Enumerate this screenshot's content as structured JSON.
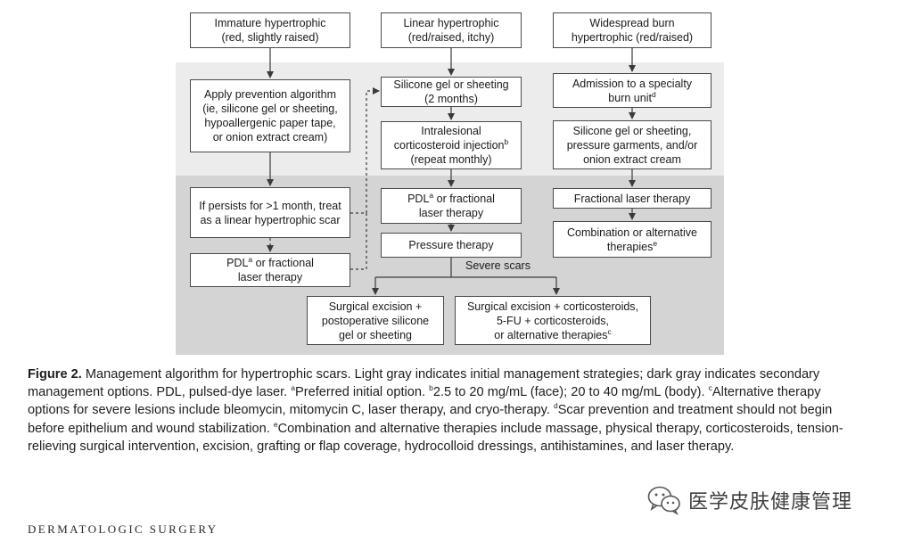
{
  "flowchart": {
    "columns": {
      "immature": {
        "header": "Immature hypertrophic\n(red, slightly raised)",
        "step1": "Apply prevention algorithm\n(ie, silicone gel or sheeting,\nhypoallergenic paper tape,\nor onion extract cream)",
        "step2": "If persists for >1 month, treat\nas a linear hypertrophic scar",
        "step3": {
          "pre": "PDL",
          "sup": "a",
          "post": " or fractional\nlaser therapy"
        }
      },
      "linear": {
        "header": "Linear hypertrophic\n(red/raised, itchy)",
        "step1": "Silicone gel or sheeting\n(2 months)",
        "step2": {
          "pre": "Intralesional\ncorticosteroid injection",
          "sup": "b",
          "post": "\n(repeat monthly)"
        },
        "step3": {
          "pre": "PDL",
          "sup": "a",
          "post": " or fractional\nlaser therapy"
        },
        "step4": "Pressure therapy",
        "severe_label": "Severe scars"
      },
      "burn": {
        "header": "Widespread burn\nhypertrophic (red/raised)",
        "step1": {
          "pre": "Admission to a specialty\nburn unit",
          "sup": "d",
          "post": ""
        },
        "step2": "Silicone gel or sheeting,\npressure garments, and/or\nonion extract cream",
        "step3": "Fractional laser therapy",
        "step4": {
          "pre": "Combination or alternative\ntherapies",
          "sup": "e",
          "post": ""
        }
      }
    },
    "surgical": {
      "left": "Surgical excision +\npostoperative silicone\ngel or sheeting",
      "right": {
        "pre": "Surgical excision + corticosteroids,\n5-FU + corticosteroids,\nor alternative therapies",
        "sup": "c",
        "post": ""
      }
    },
    "band_colors": {
      "initial": "#ececec",
      "secondary": "#d4d4d4"
    }
  },
  "caption": {
    "figure_label": "Figure 2.",
    "p1": " Management algorithm for hypertrophic scars. Light gray indicates initial management strategies; dark gray indicates secondary management options. PDL, pulsed-dye laser. ",
    "a_sup": "a",
    "a_text": "Preferred initial option. ",
    "b_sup": "b",
    "b_text": "2.5 to 20 mg/mL (face); 20 to 40 mg/mL (body). ",
    "c_sup": "c",
    "c_text": "Alternative therapy options for severe lesions include bleomycin, mitomycin C, laser therapy, and cryo-therapy. ",
    "d_sup": "d",
    "d_text": "Scar prevention and treatment should not begin before epithelium and wound stabilization. ",
    "e_sup": "e",
    "e_text": "Combination and alternative therapies include massage, physical therapy, corticosteroids, tension-relieving surgical intervention, excision, grafting or flap coverage, hydrocolloid dressings, antihistamines, and laser therapy."
  },
  "watermark": {
    "text": "医学皮肤健康管理",
    "icon": "wechat-logo-icon"
  },
  "journal": "DERMATOLOGIC SURGERY"
}
